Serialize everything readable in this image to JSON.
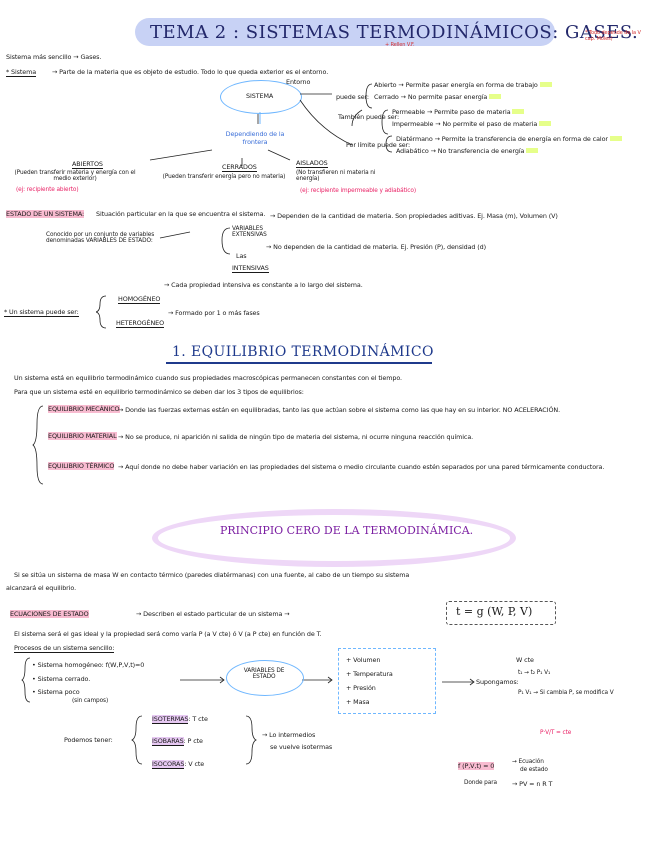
{
  "title": "TEMA 2 : SISTEMAS TERMODINÁMICOS: GASES.",
  "top_note": "* Todo depende de la V\ncap. Moles)",
  "top_note2": "+ Rellen V.F.",
  "sistema_line": "Sistema más sencillo → Gases.",
  "sistema_def": "→ Parte de la materia que es objeto de estudio. Todo lo que queda exterior es el entorno.",
  "sistema_word": "* Sistema",
  "node_sistema": "SISTEMA",
  "node_entorno": "Entorno",
  "puede_ser": "puede ser:",
  "r1": "Abierto → Permite pasar energía en forma de trabajo",
  "r2": "Cerrado → No permite pasar energía",
  "r3": "Permeable → Permite paso de materia",
  "r4": "Impermeable → No permite el paso de materia",
  "r5": "Diatérmano → Permite la transferencia de energía en forma de calor",
  "r6": "Adiabático → No transferencia de energía",
  "tambien": "También puede ser:",
  "por_limite": "Por límite puede ser:",
  "depende": "Dependiendo de la frontera",
  "abiertos": "ABIERTOS",
  "abiertos_desc": "(Pueden transferir materia y energía con el medio exterior)",
  "abiertos_ej": "(ej: recipiente abierto)",
  "cerrados": "CERRADOS",
  "cerrados_desc": "(Pueden transferir energía pero no materia)",
  "aislados": "AISLADOS",
  "aislados_desc": "(No transfieren ni materia ni energía)",
  "aislados_ej": "(ej: recipiente impermeable y adiabático)",
  "estado_label": "ESTADO DE UN SISTEMA:",
  "estado_desc": "Situación particular en la que se encuentra el sistema.",
  "conocido": "Conocido por un conjunto de variables denominadas VARIABLES DE ESTADO:",
  "extensivas": "VARIABLES EXTENSIVAS",
  "extensivas_desc": "→ Dependen de la cantidad de materia. Son propiedades aditivas. Ej. Masa (m), Volumen (V)",
  "intensivas": "INTENSIVAS",
  "intensivas_desc": "→ No dependen de la cantidad de materia. Ej. Presión (P), densidad (d)",
  "las": "Las",
  "puede_ser2": "* Un sistema puede ser:",
  "homogeneo": "HOMOGÉNEO",
  "homogeneo_desc": "→ Cada propiedad intensiva es constante a lo largo del sistema.",
  "heterogeneo": "HETEROGÉNEO",
  "heterogeneo_desc": "→ Formado por 1 o más fases",
  "sec1": "1. EQUILIBRIO TERMODINÁMICO",
  "eq_intro1": "Un sistema está en equilibrio termodinámico cuando sus propiedades macroscópicas permanecen constantes con el tiempo.",
  "eq_intro2": "Para que un sistema esté en equilibrio termodinámico se deben dar los 3 tipos de equilibrios:",
  "eq1_label": "EQUILIBRIO MECÁNICO",
  "eq1_desc": "→ Donde las fuerzas externas están en equilibradas, tanto las que actúan sobre el sistema como las que hay en su interior. NO ACELERACIÓN.",
  "eq2_label": "EQUILIBRIO MATERIAL",
  "eq2_desc": "→ No se produce, ni aparición ni salida de ningún tipo de materia del sistema, ni ocurre ninguna reacción química.",
  "eq3_label": "EQUILIBRIO TÉRMICO",
  "eq3_desc": "→ Aquí donde no debe haber variación en las propiedades del sistema o medio circulante cuando estén separados por una pared térmicamente conductora.",
  "principio": "PRINCIPIO CERO DE LA TERMODINÁMICA.",
  "p0_1": "Si se sitúa un sistema de masa W en contacto térmico (paredes diatérmanas) con una fuente, al cabo de un tiempo su sistema",
  "p0_2": "alcanzará el equilibrio.",
  "ecuaciones": "ECUACIONES DE ESTADO",
  "ecu_desc": "→ Describen el estado particular de un sistema →",
  "formula": "t = g (W, P, V)",
  "ecu_line2": "El sistema será el gas ideal y la propiedad será como varía P (a V cte) ó V (a P cte) en función de T.",
  "procesos": "Procesos de un sistema sencillo:",
  "s1": "• Sistema homogéneo: f(W,P,V,t)=0",
  "s2": "• Sistema cerrado.",
  "s3": "• Sistema poco",
  "s3b": "(sin campos)",
  "variables_estado": "VARIABLES DE ESTADO",
  "v1": "+ Volumen",
  "v2": "+ Temperatura",
  "v3": "+ Presión",
  "v4": "+ Masa",
  "supongamos": "Supongamos:",
  "wcte": "W cte",
  "t1t2": "t₁ → t₂ P₁ V₁",
  "p1v1": "P₁ V₁ → Si cambia P, se modifica V",
  "pvtcte": "P·V/T = cte",
  "podemos": "Podemos tener:",
  "isotermas": "ISOTERMAS",
  "isotermas_v": ": T cte",
  "isobaras": "ISOBARAS",
  "isobaras_v": ": P cte",
  "isocoras": "ISOCORAS",
  "isocoras_v": ": V cte",
  "brace_note1": "→ Lo intermedios",
  "brace_note2": "se vuelve isotermas",
  "fpvt": "f (P,V,t) = 0",
  "fpvt_note": "→ Ecuación",
  "fpvt_note2": "de estado",
  "dondes": "Donde para",
  "gas_ideal": "→ PV = n R T"
}
